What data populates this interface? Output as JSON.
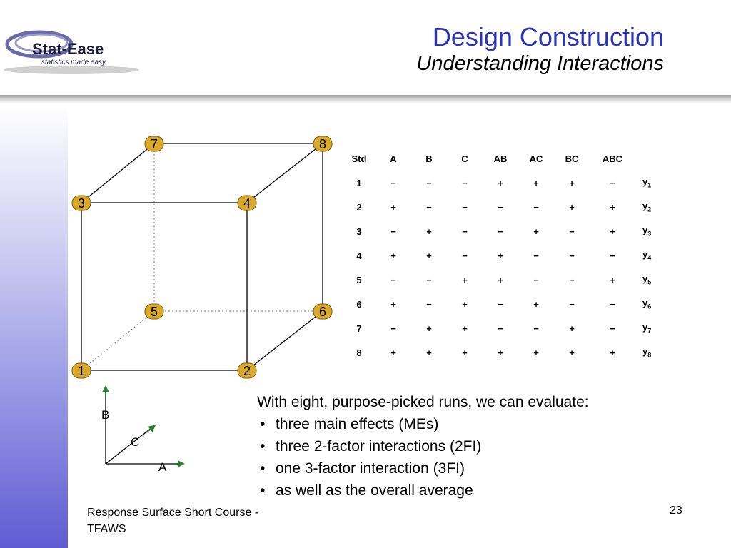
{
  "logo": {
    "brand": "Stat-Ease",
    "tagline": "statistics made easy"
  },
  "header": {
    "title": "Design Construction",
    "subtitle": "Understanding Interactions"
  },
  "cube": {
    "nodes": [
      "1",
      "2",
      "3",
      "4",
      "5",
      "6",
      "7",
      "8"
    ],
    "axes": {
      "a": "A",
      "b": "B",
      "c": "C"
    },
    "colors": {
      "node_fill": "#d9a92c",
      "arrow": "#2e7d32"
    }
  },
  "table": {
    "headers": [
      "Std",
      "A",
      "B",
      "C",
      "AB",
      "AC",
      "BC",
      "ABC"
    ],
    "rows": [
      {
        "std": "1",
        "cells": [
          "−",
          "−",
          "−",
          "+",
          "+",
          "+",
          "−"
        ],
        "y": "y",
        "sub": "1"
      },
      {
        "std": "2",
        "cells": [
          "+",
          "−",
          "−",
          "−",
          "−",
          "+",
          "+"
        ],
        "y": "y",
        "sub": "2"
      },
      {
        "std": "3",
        "cells": [
          "−",
          "+",
          "−",
          "−",
          "+",
          "−",
          "+"
        ],
        "y": "y",
        "sub": "3"
      },
      {
        "std": "4",
        "cells": [
          "+",
          "+",
          "−",
          "+",
          "−",
          "−",
          "−"
        ],
        "y": "y",
        "sub": "4"
      },
      {
        "std": "5",
        "cells": [
          "−",
          "−",
          "+",
          "+",
          "−",
          "−",
          "+"
        ],
        "y": "y",
        "sub": "5"
      },
      {
        "std": "6",
        "cells": [
          "+",
          "−",
          "+",
          "−",
          "+",
          "−",
          "−"
        ],
        "y": "y",
        "sub": "6"
      },
      {
        "std": "7",
        "cells": [
          "−",
          "+",
          "+",
          "−",
          "−",
          "+",
          "−"
        ],
        "y": "y",
        "sub": "7"
      },
      {
        "std": "8",
        "cells": [
          "+",
          "+",
          "+",
          "+",
          "+",
          "+",
          "+"
        ],
        "y": "y",
        "sub": "8"
      }
    ]
  },
  "body": {
    "intro": "With eight, purpose-picked runs, we can evaluate:",
    "bullets": [
      "three main effects (MEs)",
      "three 2-factor interactions (2FI)",
      "one 3-factor interaction (3FI)",
      "as well as the overall average"
    ]
  },
  "footer": {
    "course": "Response Surface Short Course - TFAWS",
    "page": "23"
  }
}
